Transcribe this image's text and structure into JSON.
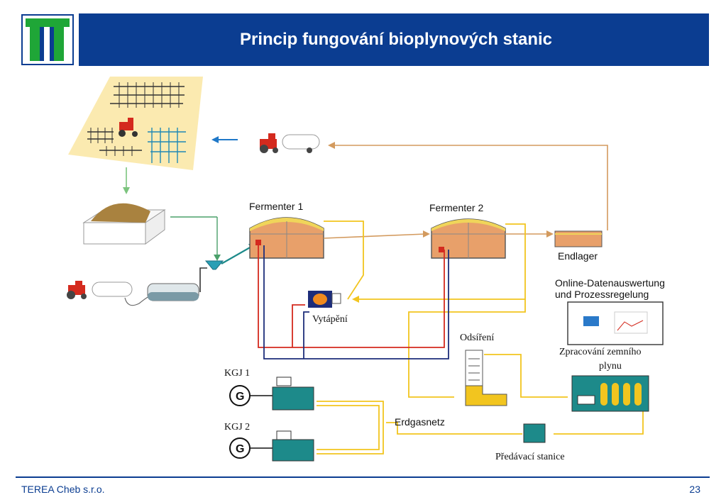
{
  "title": "Princip fungování bioplynových stanic",
  "labels": {
    "fermenter1": "Fermenter 1",
    "fermenter2": "Fermenter 2",
    "endlager": "Endlager",
    "online_line1": "Online-Datenauswertung",
    "online_line2": "und Prozessregelung",
    "vytapeni": "Vytápění",
    "odsireni": "Odsíření",
    "zpracovani_line1": "Zpracování zemního",
    "zpracovani_line2": "plynu",
    "kgj1": "KGJ  1",
    "kgj2": "KGJ 2",
    "generator": "G",
    "erdgasnetz": "Erdgasnetz",
    "predavaci": "Předávací stanice"
  },
  "footer": {
    "company": "TEREA Cheb s.r.o.",
    "page": "23"
  },
  "colors": {
    "brand_blue": "#0b3d91",
    "logo_green": "#1fa637",
    "pipe_yellow": "#f2c51f",
    "pipe_red": "#d42a1e",
    "pipe_navy": "#1d2d7a",
    "pipe_tan": "#d39a5e",
    "pipe_green": "#7cc47e",
    "teal": "#1d8a8a"
  }
}
